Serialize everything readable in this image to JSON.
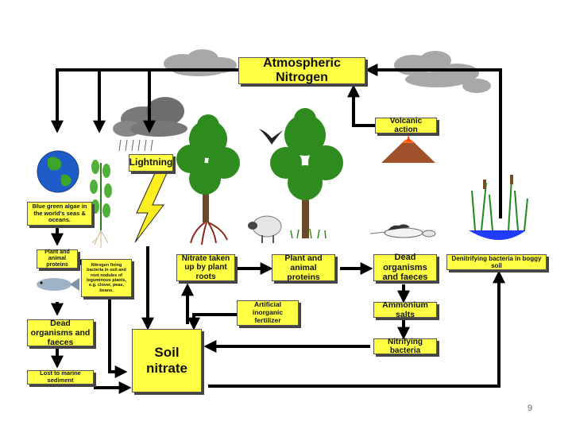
{
  "diagram": {
    "title": "Atmospheric Nitrogen",
    "nodes": {
      "volcanic": "Volcanic action",
      "lightning": "Lightning",
      "blue_green_algae": "Blue green algae in the world's seas & oceans.",
      "plant_animal_small": "Plant and animal proteins",
      "nitrogen_fixing": "Nitrogen fixing bacteria in soil and root nodules of leguminous plants, e.g. clover, peas, beans.",
      "dead_org_left": "Dead organisms and faeces",
      "lost_marine": "Lost to marine sediment",
      "nitrate_taken": "Nitrate taken up by plant roots",
      "plant_animal": "Plant and animal proteins",
      "dead_org_right": "Dead organisms and faeces",
      "denitrifying": "Denitrifying bacteria in boggy soil",
      "artificial": "Artificial inorganic fertilizer",
      "ammonium": "Ammonium salts",
      "nitrifying": "Nitrifying bacteria",
      "soil_nitrate": "Soil nitrate"
    }
  },
  "page_number": "9",
  "colors": {
    "box_fill": "#ffff44",
    "arrow": "#000000",
    "tree_green": "#2e8b1e",
    "water": "#1f3cff"
  }
}
